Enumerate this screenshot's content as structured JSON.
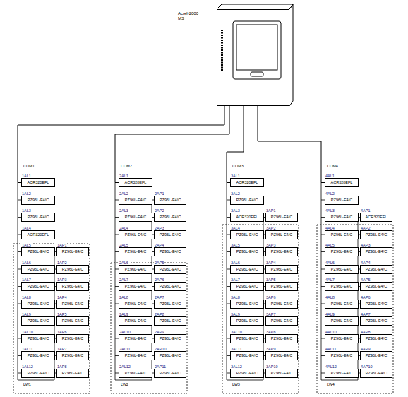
{
  "diagram": {
    "nodes": [
      {
        "text": [
          "Acrel-2000",
          "MS"
        ]
      },
      {
        "text": [
          "1AL1",
          "ACR320EFL"
        ]
      },
      {
        "text": [
          "1AL2",
          "PZ96L-E4/C"
        ]
      },
      {
        "text": [
          "1AL3",
          "PZ96L-E4/C"
        ]
      },
      {
        "text": [
          "1AL4",
          "ACR320EFL"
        ]
      },
      {
        "text": [
          "1AL5",
          "PZ96L-E4/C"
        ]
      },
      {
        "text": [
          "1AL6",
          "PZ96L-E4/C"
        ]
      },
      {
        "text": [
          "1AL7",
          "PZ96L-E4/C"
        ]
      },
      {
        "text": [
          "1AL8",
          "PZ96L-E4/C"
        ]
      },
      {
        "text": [
          "1AL9",
          "PZ96L-E4/C"
        ]
      },
      {
        "text": [
          "1AL10",
          "PZ96L-E4/C"
        ]
      },
      {
        "text": [
          "1AL11",
          "PZ96L-E4/C"
        ]
      },
      {
        "text": [
          "1AL12",
          "PZ96L-E4/C"
        ]
      },
      {
        "text": [
          "1AP1",
          "PZ96L-E4/C"
        ]
      },
      {
        "text": [
          "1AP2",
          "PZ96L-E4/C"
        ]
      },
      {
        "text": [
          "1AP3",
          "PZ96L-E4/C"
        ]
      },
      {
        "text": [
          "1AP4",
          "PZ96L-E4/C"
        ]
      },
      {
        "text": [
          "1AP5",
          "PZ96L-E4/C"
        ]
      },
      {
        "text": [
          "1AP6",
          "PZ96L-E4/C"
        ]
      },
      {
        "text": [
          "1AP7",
          "PZ96L-E4/C"
        ]
      },
      {
        "text": [
          "1AP8",
          "PZ96L-E4/C"
        ]
      },
      {
        "text": [
          "2AL1",
          "ACR320EFL"
        ]
      },
      {
        "text": [
          "2AL2",
          "PZ96L-E4/C"
        ]
      },
      {
        "text": [
          "2AL3",
          "PZ96L-E4/C"
        ]
      },
      {
        "text": [
          "2AL4",
          "PZ96L-E4/C"
        ]
      },
      {
        "text": [
          "2AL5",
          "PZ96L-E4/C"
        ]
      },
      {
        "text": [
          "2AL6",
          "PZ96L-E4/C"
        ]
      },
      {
        "text": [
          "2AL7",
          "PZ96L-E4/C"
        ]
      },
      {
        "text": [
          "2AL8",
          "PZ96L-E4/C"
        ]
      },
      {
        "text": [
          "2AL9",
          "PZ96L-E4/C"
        ]
      },
      {
        "text": [
          "2AL10",
          "PZ96L-E4/C"
        ]
      },
      {
        "text": [
          "2AL11",
          "PZ96L-E4/C"
        ]
      },
      {
        "text": [
          "2AL12",
          "PZ96L-E4/C"
        ]
      },
      {
        "text": [
          "2AP1",
          "PZ96L-E4/C"
        ]
      },
      {
        "text": [
          "2AP2",
          "PZ96L-E4/C"
        ]
      },
      {
        "text": [
          "2AP3",
          "PZ96L-E4/C"
        ]
      },
      {
        "text": [
          "2AP4",
          "PZ96L-E4/C"
        ]
      },
      {
        "text": [
          "2AP5",
          "PZ96L-E4/C"
        ]
      },
      {
        "text": [
          "2AP6",
          "PZ96L-E4/C"
        ]
      },
      {
        "text": [
          "2AP7",
          "PZ96L-E4/C"
        ]
      },
      {
        "text": [
          "2AP8",
          "PZ96L-E4/C"
        ]
      },
      {
        "text": [
          "2AP9",
          "PZ96L-E4/C"
        ]
      },
      {
        "text": [
          "2AP10",
          "PZ96L-E4/C"
        ]
      },
      {
        "text": [
          "2AP11",
          "PZ96L-E4/C"
        ]
      },
      {
        "text": [
          "3AL1",
          "ACR320EFL"
        ]
      },
      {
        "text": [
          "3AL2",
          "PZ96L-E4/C"
        ]
      },
      {
        "text": [
          "3AL3",
          "ACR320EFL"
        ]
      },
      {
        "text": [
          "3AL4",
          "PZ96L-E4/C"
        ]
      },
      {
        "text": [
          "3AL5",
          "PZ96L-E4/C"
        ]
      },
      {
        "text": [
          "3AL6",
          "PZ96L-E4/C"
        ]
      },
      {
        "text": [
          "3AL7",
          "PZ96L-E4/C"
        ]
      },
      {
        "text": [
          "3AL8",
          "PZ96L-E4/C"
        ]
      },
      {
        "text": [
          "3AL9",
          "PZ96L-E4/C"
        ]
      },
      {
        "text": [
          "3AL10",
          "PZ96L-E4/C"
        ]
      },
      {
        "text": [
          "3AL11",
          "PZ96L-E4/C"
        ]
      },
      {
        "text": [
          "3AL12",
          "PZ96L-E4/C"
        ]
      },
      {
        "text": [
          "3AP1",
          "PZ96L-E4/C"
        ]
      },
      {
        "text": [
          "3AP2",
          "PZ96L-E4/C"
        ]
      },
      {
        "text": [
          "3AP3",
          "PZ96L-E4/C"
        ]
      },
      {
        "text": [
          "3AP4",
          "PZ96L-E4/C"
        ]
      },
      {
        "text": [
          "3AP5",
          "PZ96L-E4/C"
        ]
      },
      {
        "text": [
          "3AP6",
          "PZ96L-E4/C"
        ]
      },
      {
        "text": [
          "3AP7",
          "PZ96L-E4/C"
        ]
      },
      {
        "text": [
          "3AP8",
          "PZ96L-E4/C"
        ]
      },
      {
        "text": [
          "3AP9",
          "PZ96L-E4/C"
        ]
      },
      {
        "text": [
          "3AP10",
          "PZ96L-E4/C"
        ]
      },
      {
        "text": [
          "4AL1",
          "ACR320EFL"
        ]
      },
      {
        "text": [
          "4AL2",
          "PZ96L-E4/C"
        ]
      },
      {
        "text": [
          "4AL3",
          "PZ96L-E4/C"
        ]
      },
      {
        "text": [
          "4AL4",
          "PZ96L-E4/C"
        ]
      },
      {
        "text": [
          "4AL5",
          "PZ96L-E4/C"
        ]
      },
      {
        "text": [
          "4AL6",
          "PZ96L-E4/C"
        ]
      },
      {
        "text": [
          "4AL7",
          "PZ96L-E4/C"
        ]
      },
      {
        "text": [
          "4AL8",
          "PZ96L-E4/C"
        ]
      },
      {
        "text": [
          "4AL9",
          "PZ96L-E4/C"
        ]
      },
      {
        "text": [
          "4AL10",
          "PZ96L-E4/C"
        ]
      },
      {
        "text": [
          "4AL11",
          "PZ96L-E4/C"
        ]
      },
      {
        "text": [
          "4AL12",
          "PZ96L-E4/C"
        ]
      },
      {
        "text": [
          "4AP1",
          "ACR320EFL"
        ]
      },
      {
        "text": [
          "4AP2",
          "PZ96L-E4/C"
        ]
      },
      {
        "text": [
          "4AP3",
          "PZ96L-E4/C"
        ]
      },
      {
        "text": [
          "4AP4",
          "PZ96L-E4/C"
        ]
      },
      {
        "text": [
          "4AP5",
          "PZ96L-E4/C"
        ]
      },
      {
        "text": [
          "4AP6",
          "PZ96L-E4/C"
        ]
      },
      {
        "text": [
          "4AP7",
          "PZ96L-E4/C"
        ]
      },
      {
        "text": [
          "4AP8",
          "PZ96L-E4/C"
        ]
      },
      {
        "text": [
          "4AP9",
          "PZ96L-E4/C"
        ]
      },
      {
        "text": [
          "4AP10",
          "PZ96L-E4/C"
        ]
      }
    ],
    "edges": [
      {
        "from": 0,
        "to": 1,
        "arrow": "none"
      },
      {
        "from": 0,
        "to": 21,
        "arrow": "none"
      },
      {
        "from": 0,
        "to": 44,
        "arrow": "none"
      },
      {
        "from": 0,
        "to": 66,
        "arrow": "none"
      }
    ],
    "labels": [
      "COM1",
      "COM2",
      "COM3",
      "COM4",
      "LW1",
      "LW2",
      "LW3",
      "LW4"
    ]
  }
}
